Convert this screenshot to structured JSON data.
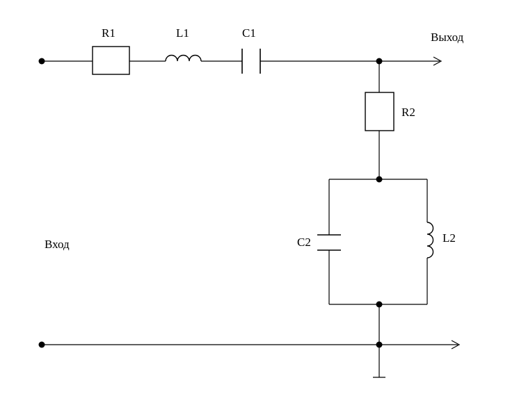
{
  "components": {
    "r1": "R1",
    "l1": "L1",
    "c1": "C1",
    "r2": "R2",
    "c2": "C2",
    "l2": "L2"
  },
  "terminals": {
    "output": "Выход",
    "input": "Вход"
  }
}
